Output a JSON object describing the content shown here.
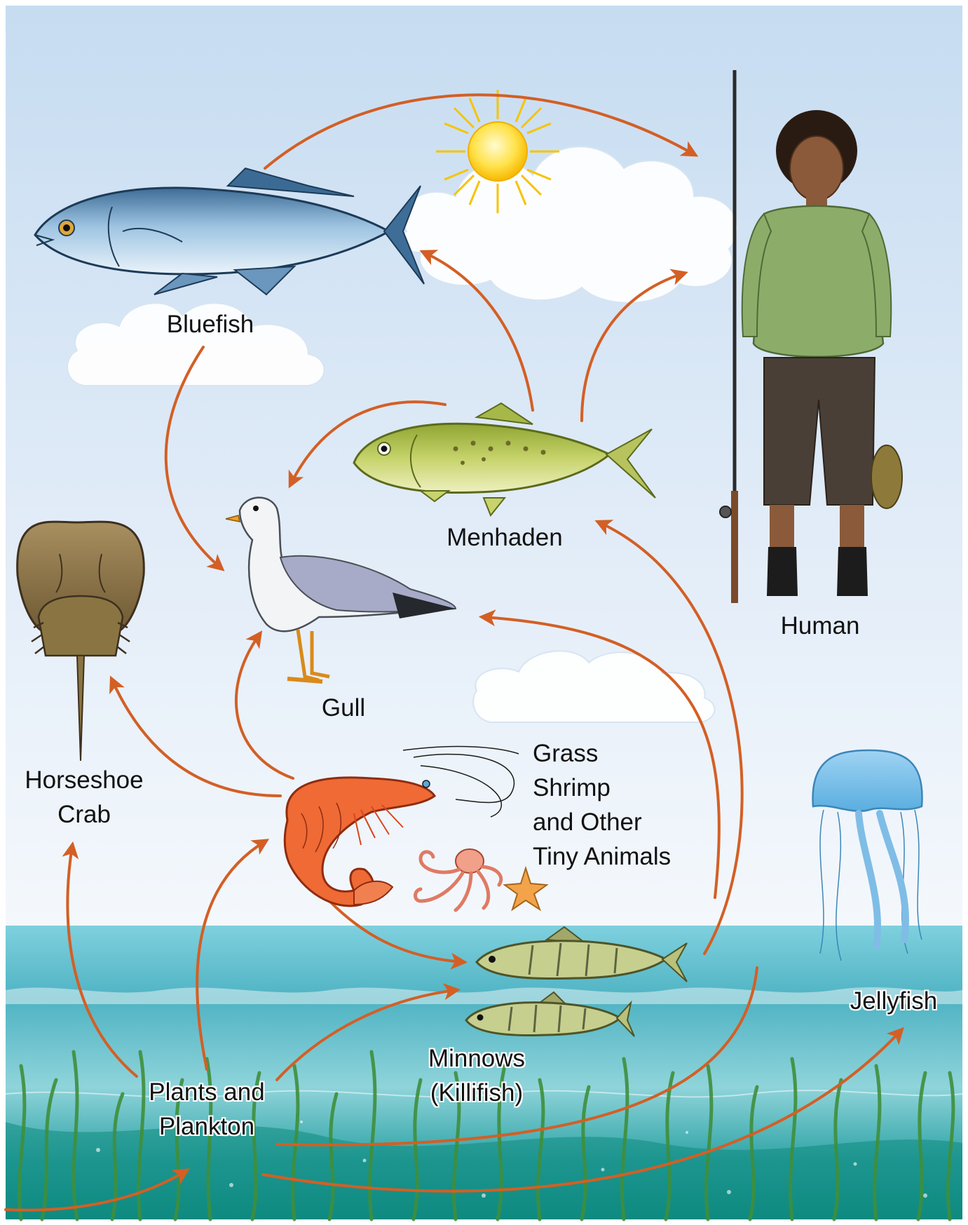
{
  "colors": {
    "arrow": "#d35f25",
    "sky_top": "#c9def2",
    "sky_bottom": "#eef4fb",
    "water_top": "#6cc7d8",
    "water_mid": "#3ba8b8",
    "water_deep": "#0f8f93",
    "seagrass": "#3f8f3c"
  },
  "organisms": {
    "bluefish": {
      "label": "Bluefish",
      "icon": "bluefish-icon"
    },
    "human": {
      "label": "Human",
      "icon": "human-angler-icon"
    },
    "menhaden": {
      "label": "Menhaden",
      "icon": "menhaden-icon"
    },
    "gull": {
      "label": "Gull",
      "icon": "gull-icon"
    },
    "horseshoe_crab": {
      "label_lines": [
        "Horseshoe",
        "Crab"
      ],
      "icon": "horseshoe-crab-icon"
    },
    "shrimp": {
      "label_lines": [
        "Grass",
        "Shrimp",
        "and Other",
        "Tiny Animals"
      ],
      "icon": "shrimp-icon"
    },
    "jellyfish": {
      "label": "Jellyfish",
      "icon": "jellyfish-icon"
    },
    "minnows": {
      "label_lines": [
        "Minnows",
        "(Killifish)"
      ],
      "icon": "minnows-icon"
    },
    "plants": {
      "label_lines": [
        "Plants and",
        "Plankton"
      ],
      "icon": "seagrass-icon"
    }
  },
  "food_web_links": [
    {
      "from": "Bluefish",
      "to": "Human"
    },
    {
      "from": "Bluefish",
      "to": "Gull"
    },
    {
      "from": "Menhaden",
      "to": "Bluefish"
    },
    {
      "from": "Menhaden",
      "to": "Human"
    },
    {
      "from": "Menhaden",
      "to": "Gull"
    },
    {
      "from": "Grass Shrimp and Other Tiny Animals",
      "to": "Gull"
    },
    {
      "from": "Grass Shrimp and Other Tiny Animals",
      "to": "Horseshoe Crab"
    },
    {
      "from": "Grass Shrimp and Other Tiny Animals",
      "to": "Minnows (Killifish)"
    },
    {
      "from": "Minnows (Killifish)",
      "to": "Menhaden"
    },
    {
      "from": "Minnows (Killifish)",
      "to": "Gull"
    },
    {
      "from": "Plants and Plankton",
      "to": "Horseshoe Crab"
    },
    {
      "from": "Plants and Plankton",
      "to": "Grass Shrimp and Other Tiny Animals"
    },
    {
      "from": "Plants and Plankton",
      "to": "Minnows (Killifish)"
    },
    {
      "from": "Plants and Plankton",
      "to": "Menhaden"
    },
    {
      "from": "Plants and Plankton",
      "to": "Jellyfish"
    }
  ]
}
